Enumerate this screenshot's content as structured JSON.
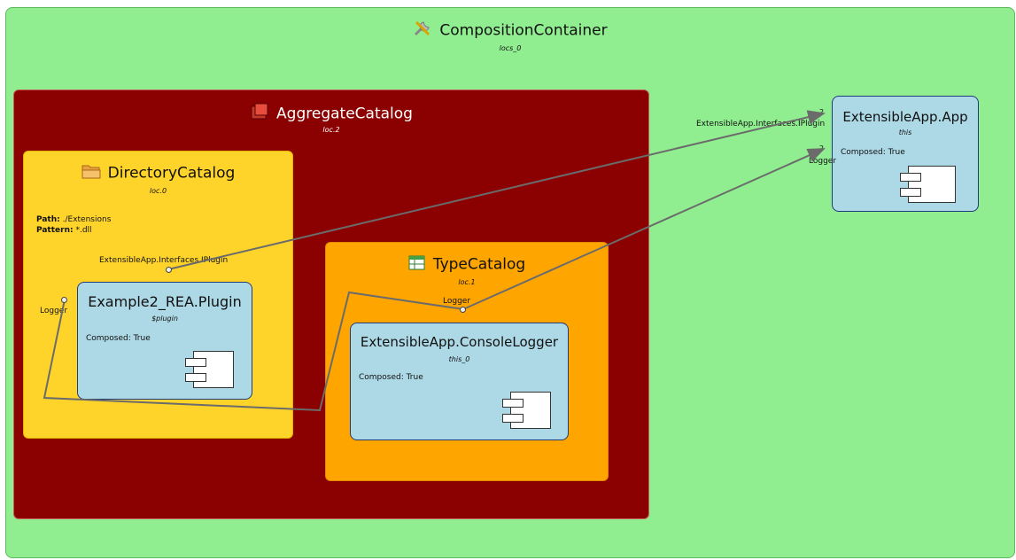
{
  "composition_container": {
    "title": "CompositionContainer",
    "subtitle": "locs_0"
  },
  "aggregate_catalog": {
    "title": "AggregateCatalog",
    "subtitle": "loc.2"
  },
  "directory_catalog": {
    "title": "DirectoryCatalog",
    "subtitle": "loc.0",
    "path_label": "Path:",
    "path_value": "./Extensions",
    "pattern_label": "Pattern:",
    "pattern_value": "*.dll",
    "export_label": "ExtensibleApp.Interfaces.IPlugin",
    "import_label": "Logger"
  },
  "plugin_part": {
    "title": "Example2_REA.Plugin",
    "subtitle": "$plugin",
    "composed": "Composed: True"
  },
  "type_catalog": {
    "title": "TypeCatalog",
    "subtitle": "loc.1",
    "export_label": "Logger"
  },
  "logger_part": {
    "title": "ExtensibleApp.ConsoleLogger",
    "subtitle": "this_0",
    "composed": "Composed: True"
  },
  "app_part": {
    "title": "ExtensibleApp.App",
    "subtitle": "this",
    "composed": "Composed: True",
    "import_plugin_label": "ExtensibleApp.Interfaces.IPlugin",
    "import_logger_label": "Logger",
    "plugin_import_count": "2",
    "logger_import_count": "2"
  },
  "colors": {
    "container": "#90ee90",
    "aggregate": "#8b0000",
    "directory": "#ffd42a",
    "type": "#ffa500",
    "part": "#add8e6",
    "part_border": "#1f3b7a",
    "connector": "#6b6b6b"
  },
  "icons": {
    "container": "tools-icon",
    "aggregate": "catalog-box-icon",
    "directory": "folder-icon",
    "type": "table-icon",
    "part": "component-icon"
  }
}
